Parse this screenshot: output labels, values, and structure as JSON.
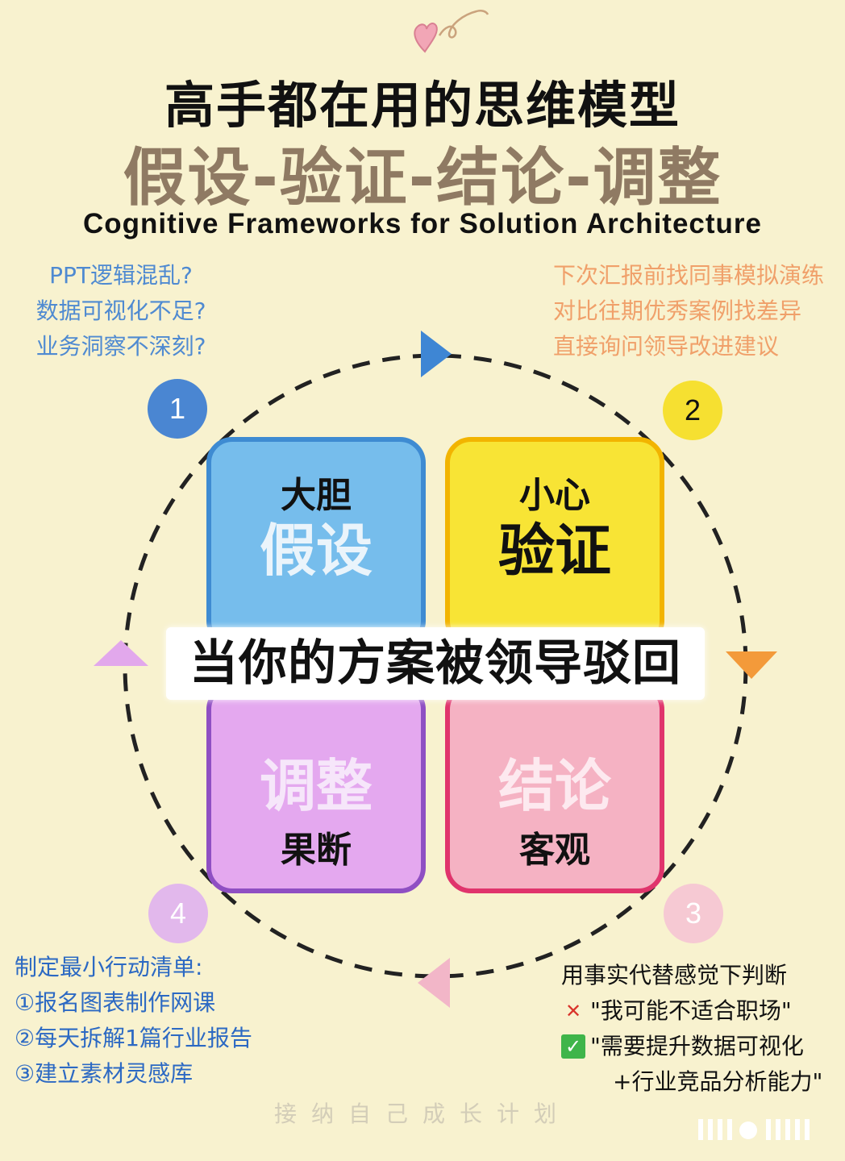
{
  "header": {
    "title": "高手都在用的思维模型",
    "subtitle": "假设-验证-结论-调整",
    "english": "Cognitive Frameworks for Solution Architecture"
  },
  "notes": {
    "top_left": [
      "PPT逻辑混乱?",
      "数据可视化不足?",
      "业务洞察不深刻?"
    ],
    "top_right": [
      "下次汇报前找同事模拟演练",
      "对比往期优秀案例找差异",
      "直接询问领导改进建议"
    ],
    "bottom_left": [
      "制定最小行动清单:",
      "①报名图表制作网课",
      "②每天拆解1篇行业报告",
      "③建立素材灵感库"
    ],
    "bottom_right": {
      "heading": "用事实代替感觉下判断",
      "wrong": "\"我可能不适合职场\"",
      "right_1": "\"需要提升数据可视化",
      "right_2": "+行业竞品分析能力\""
    }
  },
  "steps": [
    "1",
    "2",
    "3",
    "4"
  ],
  "quadrants": {
    "top_left": {
      "small": "大胆",
      "big": "假设"
    },
    "top_right": {
      "small": "小心",
      "big": "验证"
    },
    "bottom_right": {
      "big": "结论",
      "small": "客观"
    },
    "bottom_left": {
      "big": "调整",
      "small": "果断"
    }
  },
  "center": "当你的方案被领导驳回",
  "footer": "接纳自己成长计划",
  "icons": {
    "wrong": "cross-mark-icon",
    "right": "check-mark-icon",
    "decoration": "heart-icon"
  },
  "colors": {
    "background": "#f8f2cf",
    "blue": "#4a86d2",
    "yellow": "#f6e031",
    "pink": "#f5b2c3",
    "purple": "#e4a8ef",
    "orange": "#f39a3a",
    "subtitle": "#8f7a63"
  }
}
